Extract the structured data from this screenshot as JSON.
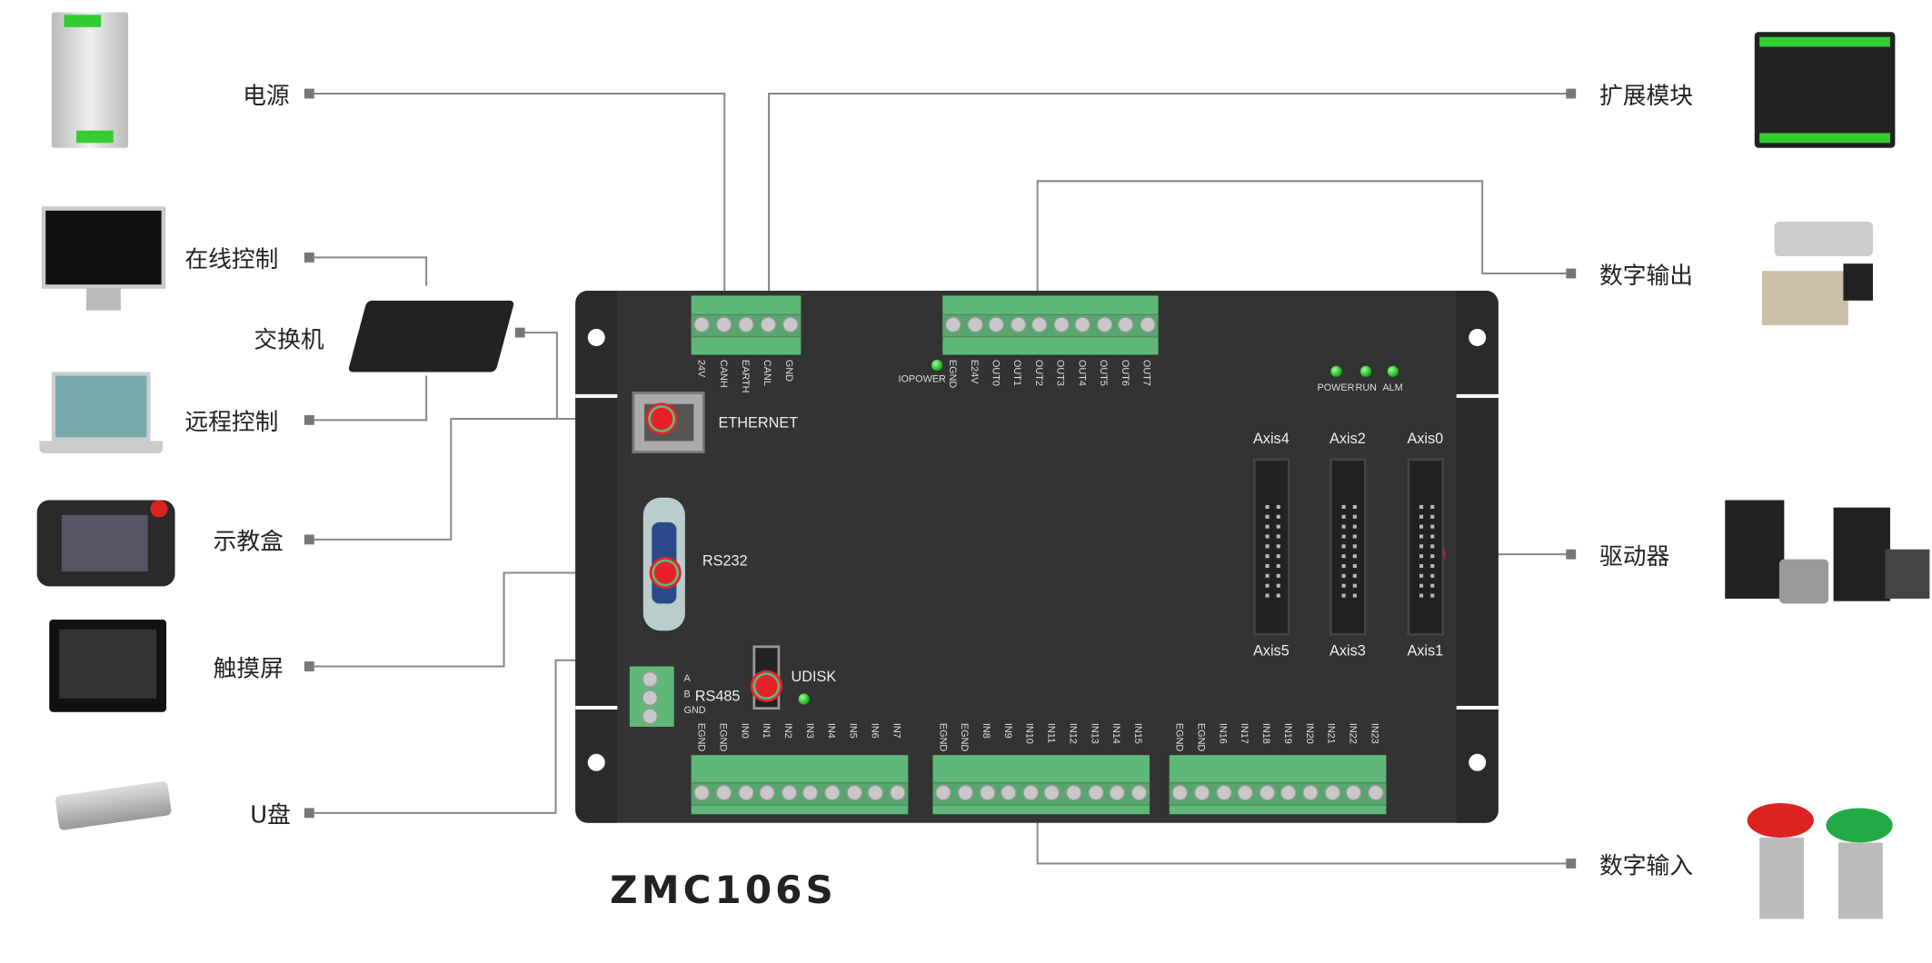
{
  "title": "ZMC106S",
  "left_labels": [
    "电源",
    "在线控制",
    "交换机",
    "远程控制",
    "示教盒",
    "触摸屏",
    "U盘"
  ],
  "right_labels": [
    "扩展模块",
    "数字输出",
    "驱动器",
    "数字输入"
  ],
  "board": {
    "power_pins": [
      "24V",
      "CANH",
      "EARTH",
      "CANL",
      "GND"
    ],
    "out_pins": [
      "EGND",
      "E24V",
      "OUT0",
      "OUT1",
      "OUT2",
      "OUT3",
      "OUT4",
      "OUT5",
      "OUT6",
      "OUT7"
    ],
    "in_groups": [
      [
        "EGND",
        "EGND",
        "IN0",
        "IN1",
        "IN2",
        "IN3",
        "IN4",
        "IN5",
        "IN6",
        "IN7"
      ],
      [
        "EGND",
        "EGND",
        "IN8",
        "IN9",
        "IN10",
        "IN11",
        "IN12",
        "IN13",
        "IN14",
        "IN15"
      ],
      [
        "EGND",
        "EGND",
        "IN16",
        "IN17",
        "IN18",
        "IN19",
        "IN20",
        "IN21",
        "IN22",
        "IN23"
      ]
    ],
    "iopower": "IOPOWER",
    "ethernet": "ETHERNET",
    "rs232": "RS232",
    "udisk": "UDISK",
    "rs485": "RS485",
    "rs485_pins": [
      "A",
      "B",
      "GND"
    ],
    "leds": [
      "POWER",
      "RUN",
      "ALM"
    ],
    "axis_top": [
      "Axis4",
      "Axis2",
      "Axis0"
    ],
    "axis_bottom": [
      "Axis5",
      "Axis3",
      "Axis1"
    ]
  },
  "colors": {
    "terminal": "#5fb878",
    "marker": "#e8202a",
    "board": "#333333",
    "line": "#888888"
  }
}
